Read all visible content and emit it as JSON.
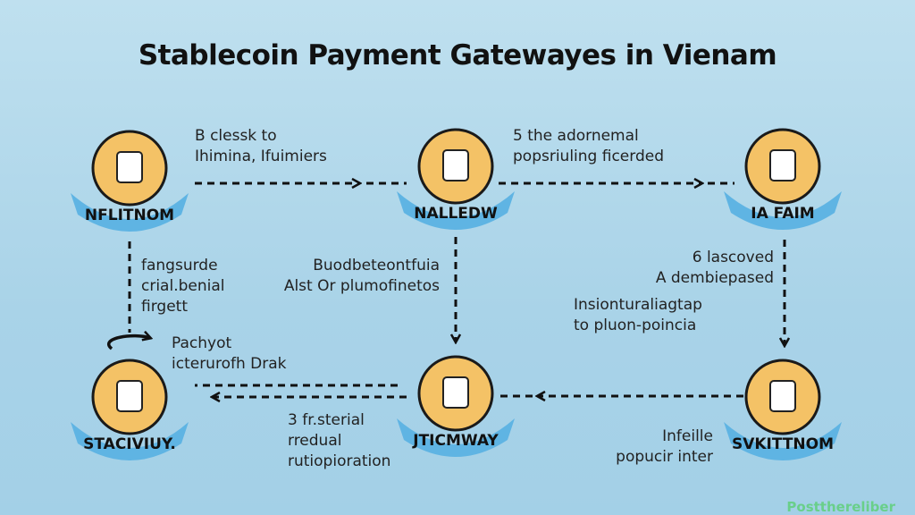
{
  "title": "Stablecoin Payment Gatewayes in Vienam",
  "nodes": [
    {
      "label": "NFLITNOM",
      "icon": "banknote-icon"
    },
    {
      "label": "NALLEDW",
      "icon": "jar-icon"
    },
    {
      "label": "IA FAIM",
      "icon": "figure-icon"
    },
    {
      "label": "STACIVIUY.",
      "icon": "tower-icon"
    },
    {
      "label": "JTICMWAY",
      "icon": "globe-icon"
    },
    {
      "label": "SVKITTNOM",
      "icon": "scales-icon"
    }
  ],
  "steps": {
    "s1": [
      "B clessk to",
      "Ihimina, Ifuimiers"
    ],
    "s2": [
      "5 the adornemal",
      "popsriuling ficerded"
    ],
    "s3": [
      "6 lascoved",
      "A dembiepased"
    ],
    "s4": [
      "Insionturaliagtap",
      "to pluon-poincia"
    ],
    "s5": [
      "Buodbeteontfuia",
      "Alst Or plumofinetos"
    ],
    "s6": [
      "fangsurde",
      "crial.benial",
      "firgett"
    ],
    "s7": [
      "Pachyot",
      "icterurofh Drak"
    ],
    "s8": [
      "3 fr.sterial",
      "rredual",
      "rutiopioration"
    ],
    "s9": [
      "Infeille",
      "popucir inter"
    ]
  },
  "watermark": "Postthereliber",
  "colors": {
    "coin": "#f4c266",
    "banner": "#5fb4e3",
    "ink": "#111111"
  }
}
